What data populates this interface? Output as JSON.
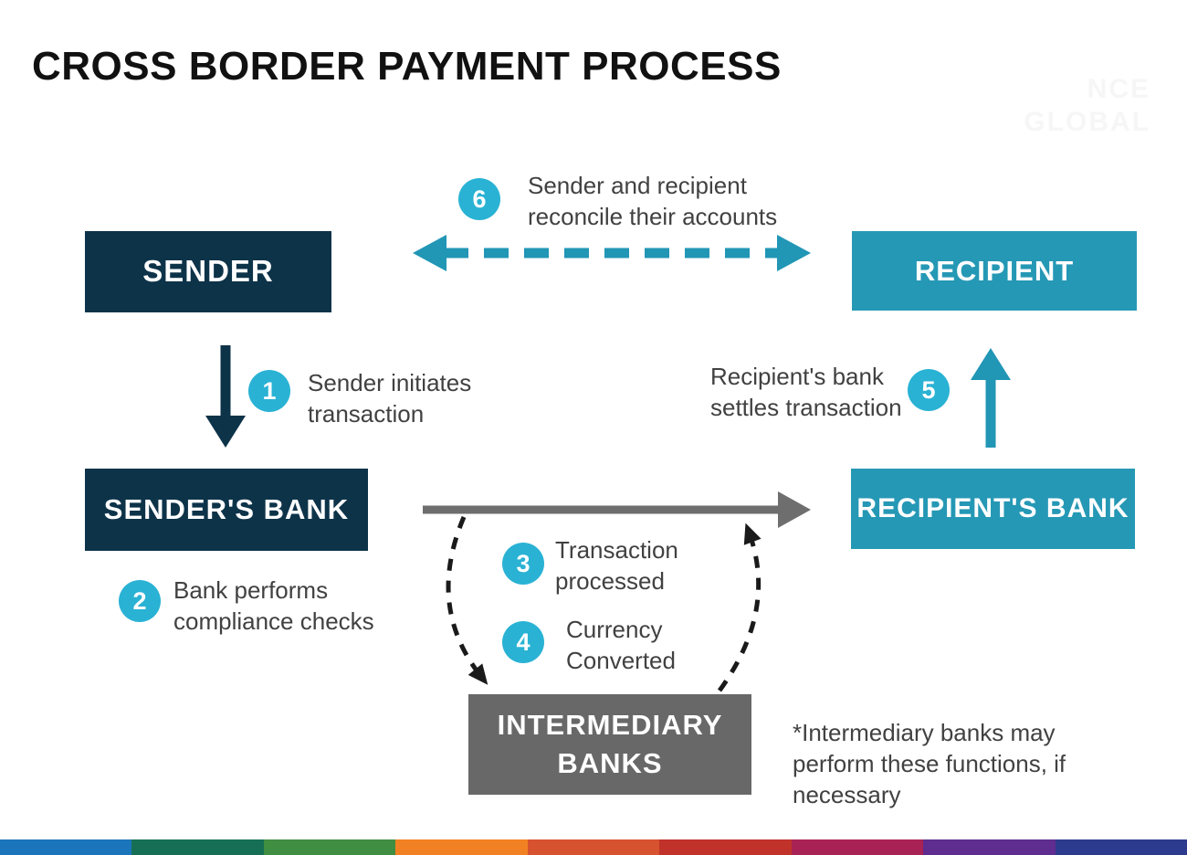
{
  "title": "CROSS BORDER PAYMENT PROCESS",
  "watermark": {
    "line1": "NCE",
    "line2": "GLOBAL"
  },
  "nodes": {
    "sender": "SENDER",
    "recipient": "RECIPIENT",
    "senders_bank": "SENDER'S BANK",
    "recipients_bank": "RECIPIENT'S BANK",
    "intermediary": "INTERMEDIARY\nBANKS"
  },
  "steps": [
    {
      "number": "1",
      "label": "Sender initiates\ntransaction"
    },
    {
      "number": "2",
      "label": "Bank performs\ncompliance checks"
    },
    {
      "number": "3",
      "label": "Transaction\nprocessed"
    },
    {
      "number": "4",
      "label": "Currency\nConverted"
    },
    {
      "number": "5",
      "label": "Recipient's bank\nsettles transaction"
    },
    {
      "number": "6",
      "label": "Sender and recipient\nreconcile their accounts"
    }
  ],
  "footnote": "*Intermediary banks may\nperform these functions, if\nnecessary",
  "colors": {
    "navy": "#0d3349",
    "teal_box": "#2598b5",
    "teal_circle": "#29b2d4",
    "teal_arrow": "#2196b5",
    "gray_box": "#686868",
    "gray_arrow": "#6e6e6e",
    "dashed_black": "#1a1a1a",
    "text": "#414141",
    "title": "#111111"
  },
  "footer_stripe": {
    "colors": [
      "#1b75bb",
      "#166f54",
      "#408e41",
      "#f28123",
      "#d7522f",
      "#c1322a",
      "#a82255",
      "#5f2c90",
      "#2d3b8e"
    ]
  }
}
